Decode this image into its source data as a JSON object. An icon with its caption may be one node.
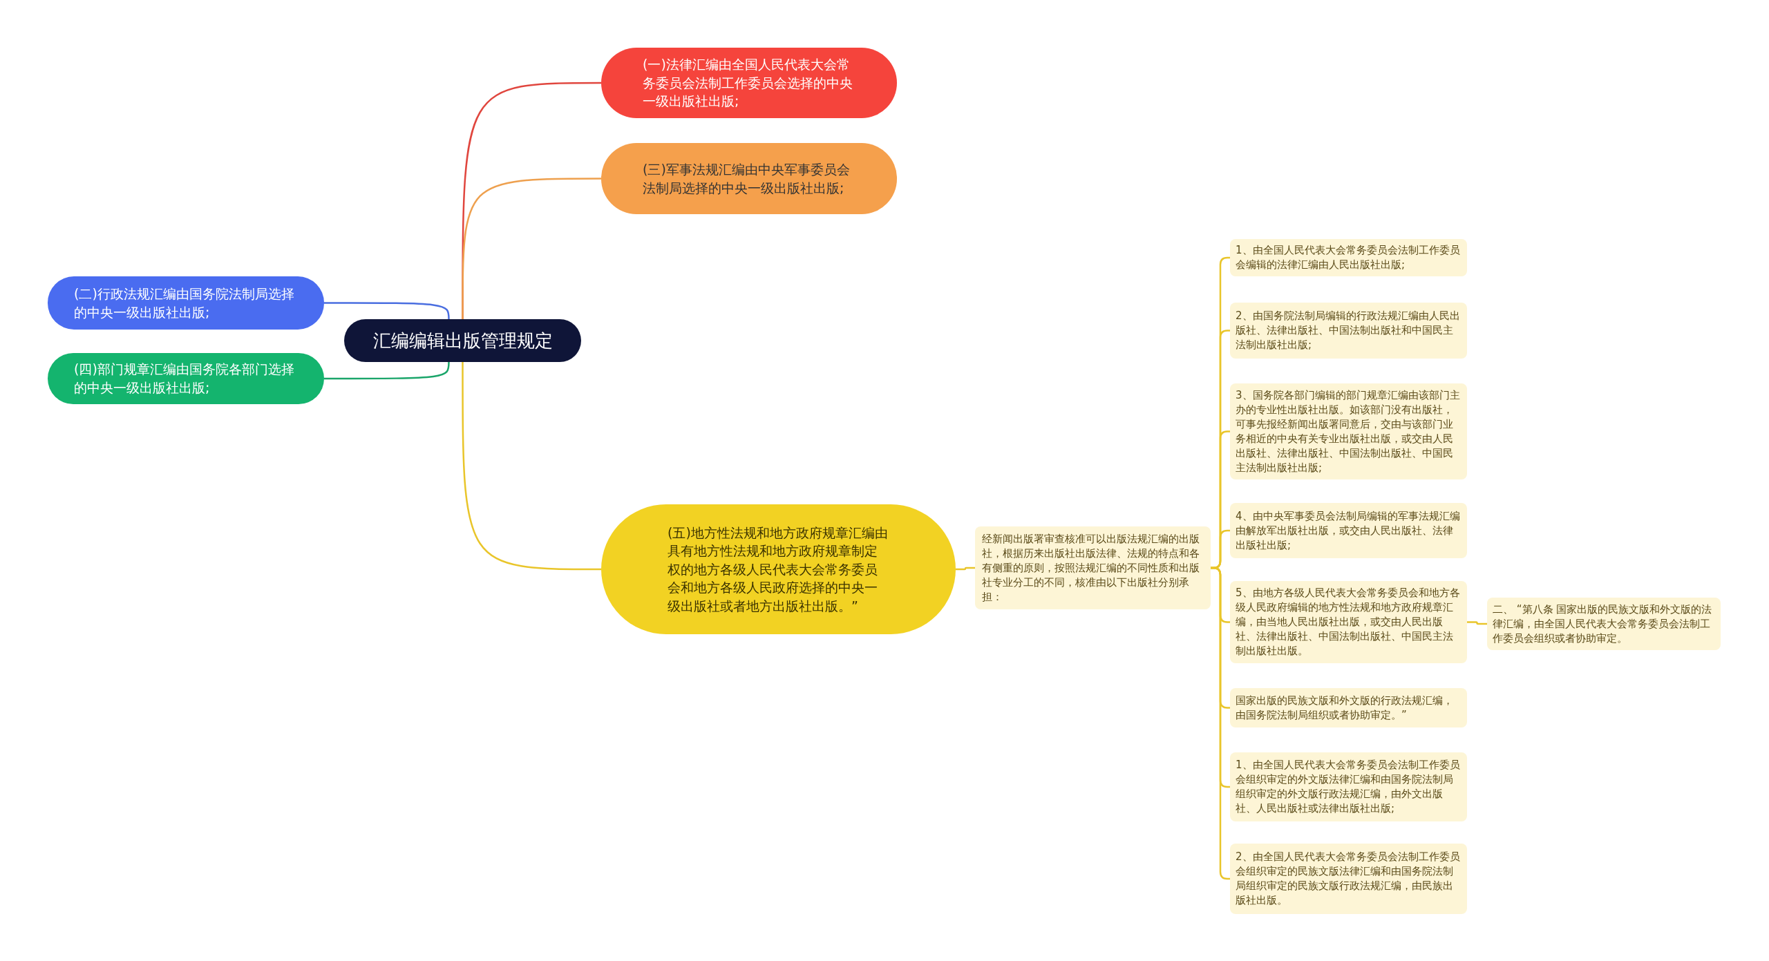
{
  "diagram": {
    "nodes": [
      {
        "text": [
          "汇编编辑出版管理规定"
        ]
      },
      {
        "text": [
          "(一)法律汇编由全国人民代表大会常务委员会法制工作委员会选择的中央一级出版社出版;"
        ]
      },
      {
        "text": [
          "(三)军事法规汇编由中央军事委员会法制局选择的中央一级出版社出版;"
        ]
      },
      {
        "text": [
          "(二)行政法规汇编由国务院法制局选择的中央一级出版社出版;"
        ]
      },
      {
        "text": [
          "(四)部门规章汇编由国务院各部门选择的中央一级出版社出版;"
        ]
      },
      {
        "text": [
          "(五)地方性法规和地方政府规章汇编由具有地方性法规和地方政府规章制定权的地方各级人民代表大会常务委员会和地方各级人民政府选择的中央一级出版社或者地方出版社出版。”"
        ]
      },
      {
        "text": [
          "经新闻出版署审查核准可以出版法规汇编的出版社，根据历来出版社出版法律、法规的特点和各有侧重的原则，按照法规汇编的不同性质和出版社专业分工的不同，核准由以下出版社分别承担："
        ]
      },
      {
        "text": [
          "1、由全国人民代表大会常务委员会法制工作委员会编辑的法律汇编由人民出版社出版;"
        ]
      },
      {
        "text": [
          "2、由国务院法制局编辑的行政法规汇编由人民出版社、法律出版社、中国法制出版社和中国民主法制出版社出版;"
        ]
      },
      {
        "text": [
          "3、国务院各部门编辑的部门规章汇编由该部门主办的专业性出版社出版。如该部门没有出版社，可事先报经新闻出版署同意后，交由与该部门业务相近的中央有关专业出版社出版，或交由人民出版社、法律出版社、中国法制出版社、中国民主法制出版社出版;"
        ]
      },
      {
        "text": [
          "4、由中央军事委员会法制局编辑的军事法规汇编由解放军出版社出版，或交由人民出版社、法律出版社出版;"
        ]
      },
      {
        "text": [
          "5、由地方各级人民代表大会常务委员会和地方各级人民政府编辑的地方性法规和地方政府规章汇编，由当地人民出版社出版，或交由人民出版社、法律出版社、中国法制出版社、中国民主法制出版社出版。"
        ]
      },
      {
        "text": [
          "二、 “第八条 国家出版的民族文版和外文版的法律汇编，由全国人民代表大会常务委员会法制工作委员会组织或者协助审定。"
        ]
      },
      {
        "text": [
          "国家出版的民族文版和外文版的行政法规汇编，由国务院法制局组织或者协助审定。”"
        ]
      },
      {
        "text": [
          "1、由全国人民代表大会常务委员会法制工作委员会组织审定的外文版法律汇编和由国务院法制局组织审定的外文版行政法规汇编，由外文出版社、人民出版社或法律出版社出版;"
        ]
      },
      {
        "text": [
          "2、由全国人民代表大会常务委员会法制工作委员会组织审定的民族文版法律汇编和由国务院法制局组织审定的民族文版行政法规汇编，由民族出版社出版。"
        ]
      }
    ],
    "edges": [
      {
        "from": 0,
        "to": 1,
        "arrow": "none",
        "color": "#e0463e"
      },
      {
        "from": 0,
        "to": 2,
        "arrow": "none",
        "color": "#eea04e"
      },
      {
        "from": 0,
        "to": 3,
        "arrow": "none",
        "color": "#4a6ee0"
      },
      {
        "from": 0,
        "to": 4,
        "arrow": "none",
        "color": "#1aa56a"
      },
      {
        "from": 0,
        "to": 5,
        "arrow": "none"
      },
      {
        "from": 5,
        "to": 6,
        "arrow": "none"
      },
      {
        "from": 6,
        "to": 7,
        "arrow": "none"
      },
      {
        "from": 6,
        "to": 8,
        "arrow": "none"
      },
      {
        "from": 6,
        "to": 9,
        "arrow": "none"
      },
      {
        "from": 6,
        "to": 10,
        "arrow": "none"
      },
      {
        "from": 6,
        "to": 11,
        "arrow": "none"
      },
      {
        "from": 11,
        "to": 12,
        "arrow": "none"
      },
      {
        "from": 6,
        "to": 13,
        "arrow": "none"
      },
      {
        "from": 6,
        "to": 14,
        "arrow": "none"
      },
      {
        "from": 6,
        "to": 15,
        "arrow": "none"
      }
    ]
  }
}
